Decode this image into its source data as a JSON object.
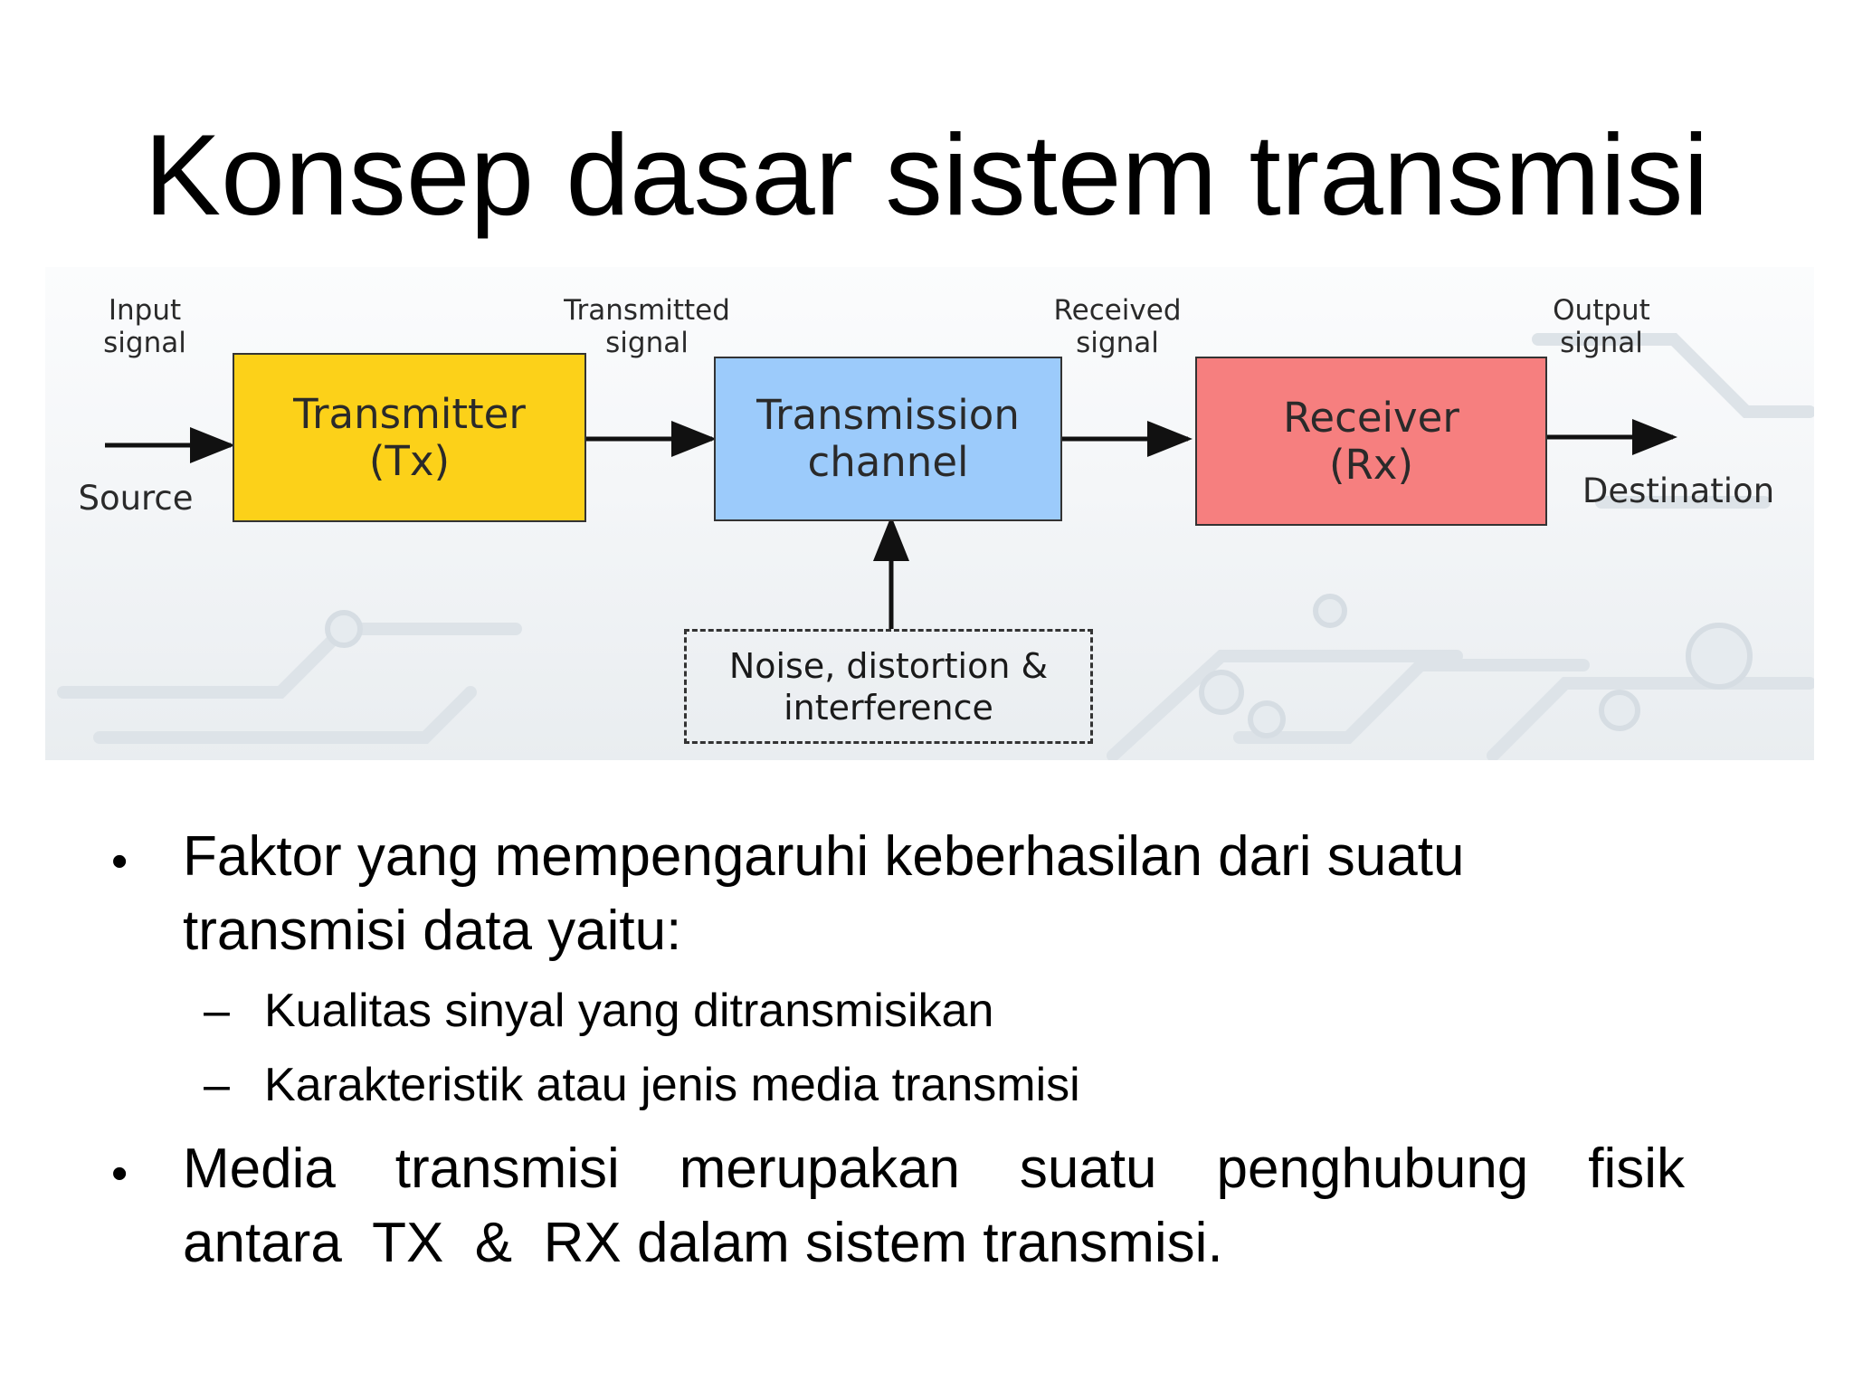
{
  "slide": {
    "title": "Konsep dasar sistem transmisi"
  },
  "diagram": {
    "labels": {
      "input_signal": "Input\nsignal",
      "transmitted_signal": "Transmitted\nsignal",
      "received_signal": "Received\nsignal",
      "output_signal": "Output\nsignal",
      "source": "Source",
      "destination": "Destination"
    },
    "blocks": {
      "transmitter": {
        "label": "Transmitter\n(Tx)",
        "color": "#fcd119"
      },
      "channel": {
        "label": "Transmission\nchannel",
        "color": "#9ccbfb"
      },
      "receiver": {
        "label": "Receiver\n(Rx)",
        "color": "#f67f7f"
      }
    },
    "noise": {
      "label": "Noise, distortion &\ninterference"
    }
  },
  "bullets": [
    {
      "line1": "Faktor yang mempengaruhi keberhasilan dari suatu",
      "line2": "transmisi data yaitu:",
      "sub_items": [
        "Kualitas sinyal yang ditransmisikan",
        "Karakteristik atau jenis media transmisi"
      ]
    },
    {
      "line1": "Media transmisi merupakan suatu penghubung fisik",
      "line2": "antara  TX  &  RX dalam sistem transmisi."
    }
  ],
  "markers": {
    "bullet": "•",
    "dash": "–"
  }
}
